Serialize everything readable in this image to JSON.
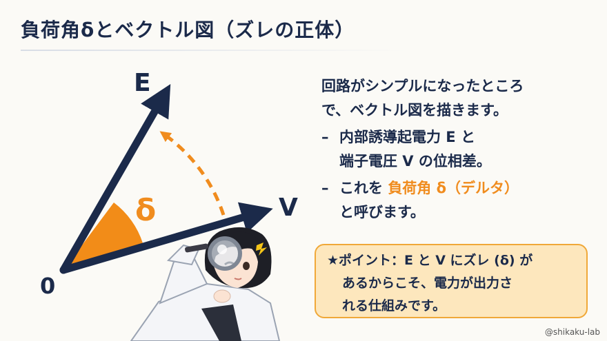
{
  "title": "負荷角δとベクトル図（ズレの正体）",
  "diagram": {
    "label_e": "E",
    "label_v": "V",
    "label_origin": "0",
    "label_delta": "δ",
    "colors": {
      "vector": "#1b2a4a",
      "angle_fill": "#f28c18",
      "arc": "#f08c1e"
    }
  },
  "text": {
    "line1": "回路がシンプルになったところ",
    "line2": "で、ベクトル図を描きます。",
    "bullet_mark": "–",
    "bullet1_line1": "内部誘導起電力 E と",
    "bullet1_line2": "端子電圧 V の位相差。",
    "bullet2_pre": "これを ",
    "bullet2_highlight": "負荷角 δ（デルタ）",
    "bullet2_line2": "と呼びます。"
  },
  "callout": {
    "line1": "★ポイント：E と V にズレ (δ) が",
    "line2": "あるからこそ、電力が出力さ",
    "line3": "れる仕組みです。"
  },
  "credit": "@shikaku-lab"
}
